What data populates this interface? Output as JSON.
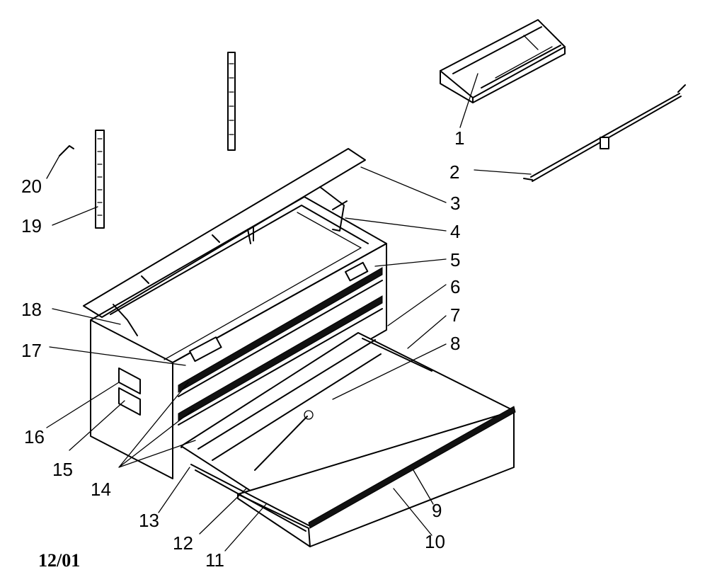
{
  "diagram": {
    "date_code": "12/01",
    "callouts": [
      {
        "id": "1",
        "label": "1"
      },
      {
        "id": "2",
        "label": "2"
      },
      {
        "id": "3",
        "label": "3"
      },
      {
        "id": "4",
        "label": "4"
      },
      {
        "id": "5",
        "label": "5"
      },
      {
        "id": "6",
        "label": "6"
      },
      {
        "id": "7",
        "label": "7"
      },
      {
        "id": "8",
        "label": "8"
      },
      {
        "id": "9",
        "label": "9"
      },
      {
        "id": "10",
        "label": "10"
      },
      {
        "id": "11",
        "label": "11"
      },
      {
        "id": "12",
        "label": "12"
      },
      {
        "id": "13",
        "label": "13"
      },
      {
        "id": "14",
        "label": "14"
      },
      {
        "id": "15",
        "label": "15"
      },
      {
        "id": "16",
        "label": "16"
      },
      {
        "id": "17",
        "label": "17"
      },
      {
        "id": "18",
        "label": "18"
      },
      {
        "id": "19",
        "label": "19"
      },
      {
        "id": "20",
        "label": "20"
      }
    ]
  }
}
